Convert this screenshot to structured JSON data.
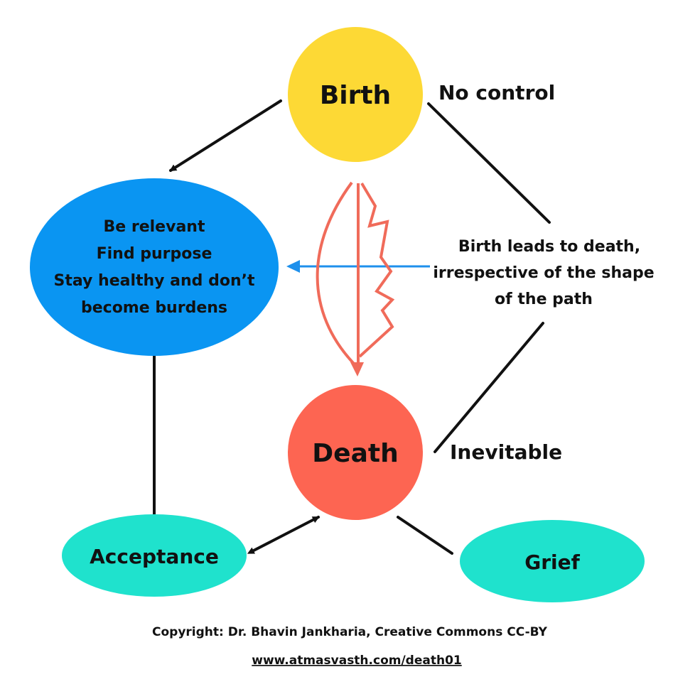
{
  "nodes": {
    "birth": {
      "label": "Birth",
      "color": "#fdd935"
    },
    "death": {
      "label": "Death",
      "color": "#fd6552"
    },
    "goals": {
      "color": "#0a95f2",
      "lines": [
        "Be relevant",
        "Find purpose",
        "Stay healthy and don’t",
        "become burdens"
      ]
    },
    "acceptance": {
      "label": "Acceptance",
      "color": "#1fe2cd"
    },
    "grief": {
      "label": "Grief",
      "color": "#1fe2cd"
    }
  },
  "labels": {
    "no_control": "No control",
    "inevitable": "Inevitable",
    "path_note": [
      "Birth leads to death,",
      "irrespective of the shape",
      "of the path"
    ]
  },
  "colors": {
    "path_arrows": "#f06b5a",
    "pointer_arrow": "#1e90ec",
    "lines": "#111111"
  },
  "footer": {
    "copyright": "Copyright: Dr. Bhavin Jankharia, Creative Commons CC-BY",
    "url": "www.atmasvasth.com/death01"
  }
}
